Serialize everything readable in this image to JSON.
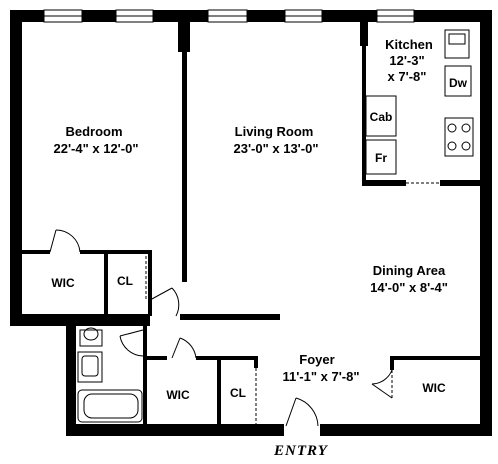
{
  "rooms": {
    "bedroom": {
      "name": "Bedroom",
      "dims": "22'-4\" x 12'-0\""
    },
    "living": {
      "name": "Living Room",
      "dims": "23'-0\" x 13'-0\""
    },
    "kitchen": {
      "name": "Kitchen",
      "dims_line1": "12'-3\"",
      "dims_line2": "x 7'-8\""
    },
    "dining": {
      "name": "Dining Area",
      "dims": "14'-0\" x 8'-4\""
    },
    "foyer": {
      "name": "Foyer",
      "dims": "11'-1\" x 7'-8\""
    }
  },
  "closets": {
    "wic_bedroom": "WIC",
    "cl_bedroom": "CL",
    "wic_hall": "WIC",
    "cl_hall": "CL",
    "wic_foyer": "WIC"
  },
  "fixtures": {
    "dishwasher": "Dw",
    "cabinet": "Cab",
    "fridge": "Fr"
  },
  "entry_label": "ENTRY",
  "colors": {
    "wall": "#000000",
    "background": "#ffffff"
  }
}
